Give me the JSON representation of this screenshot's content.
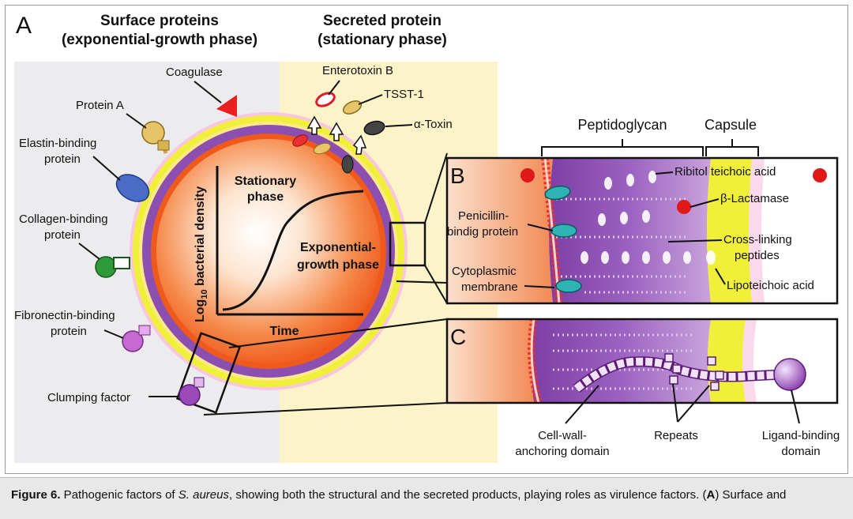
{
  "panel_labels": {
    "a": "A",
    "b": "B",
    "c": "C"
  },
  "headers": {
    "surface_line1": "Surface proteins",
    "surface_line2": "(exponential-growth phase)",
    "secreted_line1": "Secreted protein",
    "secreted_line2": "(stationary phase)"
  },
  "surface_proteins": {
    "coagulase": "Coagulase",
    "protein_a": "Protein A",
    "elastin_1": "Elastin-binding",
    "elastin_2": "protein",
    "collagen_1": "Collagen-binding",
    "collagen_2": "protein",
    "fibronectin_1": "Fibronectin-binding",
    "fibronectin_2": "protein",
    "clumping": "Clumping factor"
  },
  "secreted_proteins": {
    "enterotoxin": "Enterotoxin B",
    "tsst": "TSST-1",
    "alpha_toxin": "α-Toxin"
  },
  "growth_curve": {
    "stationary_1": "Stationary",
    "stationary_2": "phase",
    "exponential_1": "Exponential-",
    "exponential_2": "growth phase",
    "ylabel_pre": "Log",
    "ylabel_sub": "10",
    "ylabel_post": " bacterial density",
    "xlabel": "Time"
  },
  "cell_wall": {
    "peptidoglycan": "Peptidoglycan",
    "capsule": "Capsule",
    "ribitol": "Ribitol teichoic acid",
    "lactamase": "β-Lactamase",
    "pbp_1": "Penicillin-",
    "pbp_2": "bindig protein",
    "crosslink_1": "Cross-linking",
    "crosslink_2": "peptides",
    "membrane_1": "Cytoplasmic",
    "membrane_2": "membrane",
    "lipoteichoic": "Lipoteichoic acid"
  },
  "clumping_factor": {
    "anchor_1": "Cell-wall-",
    "anchor_2": "anchoring domain",
    "repeats": "Repeats",
    "ligand_1": "Ligand-binding",
    "ligand_2": "domain"
  },
  "caption": {
    "figure_label": "Figure 6.",
    "text_1": " Pathogenic factors of ",
    "species": "S. aureus",
    "text_2": ", showing both the structural and the secreted products, playing roles as virulence factors. (",
    "panel_ref": "A",
    "text_3": ") Surface and"
  },
  "colors": {
    "surface_bg": "#ececef",
    "secreted_bg": "#fdf3c8",
    "cell_orange": "#f06a2a",
    "wall_purple": "#8a4fb0",
    "capsule_yellow": "#f0f03a",
    "coagulase_red": "#e82020"
  }
}
